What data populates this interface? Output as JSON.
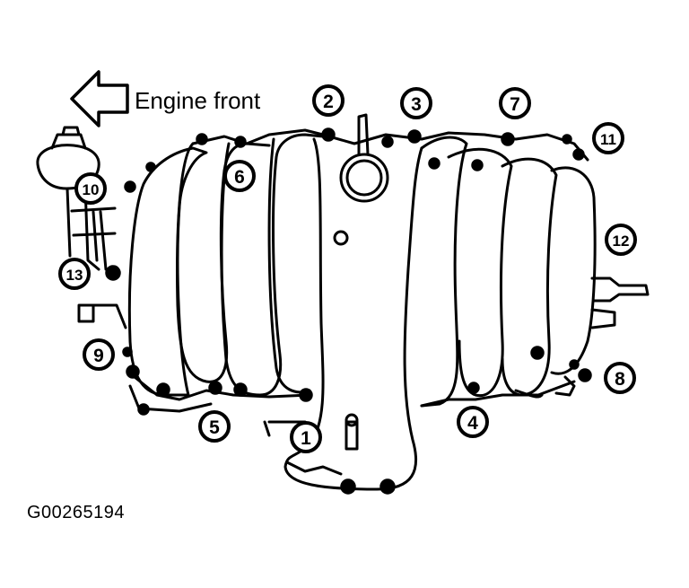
{
  "diagram": {
    "direction_label": "Engine front",
    "caption": "G00265194",
    "callouts": [
      "1",
      "2",
      "3",
      "4",
      "5",
      "6",
      "7",
      "8",
      "9",
      "10",
      "11",
      "12",
      "13"
    ],
    "line_color": "#000000",
    "background": "#ffffff"
  }
}
